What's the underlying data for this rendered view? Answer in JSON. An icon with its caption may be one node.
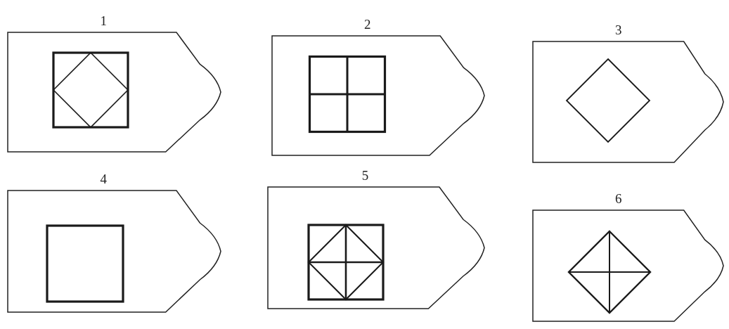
{
  "diagram": {
    "nodes": [
      {
        "text": [
          "1"
        ]
      },
      {
        "text": [
          "2"
        ]
      },
      {
        "text": [
          "3"
        ]
      },
      {
        "text": [
          "4"
        ]
      },
      {
        "text": [
          "5"
        ]
      },
      {
        "text": [
          "6"
        ]
      }
    ]
  }
}
